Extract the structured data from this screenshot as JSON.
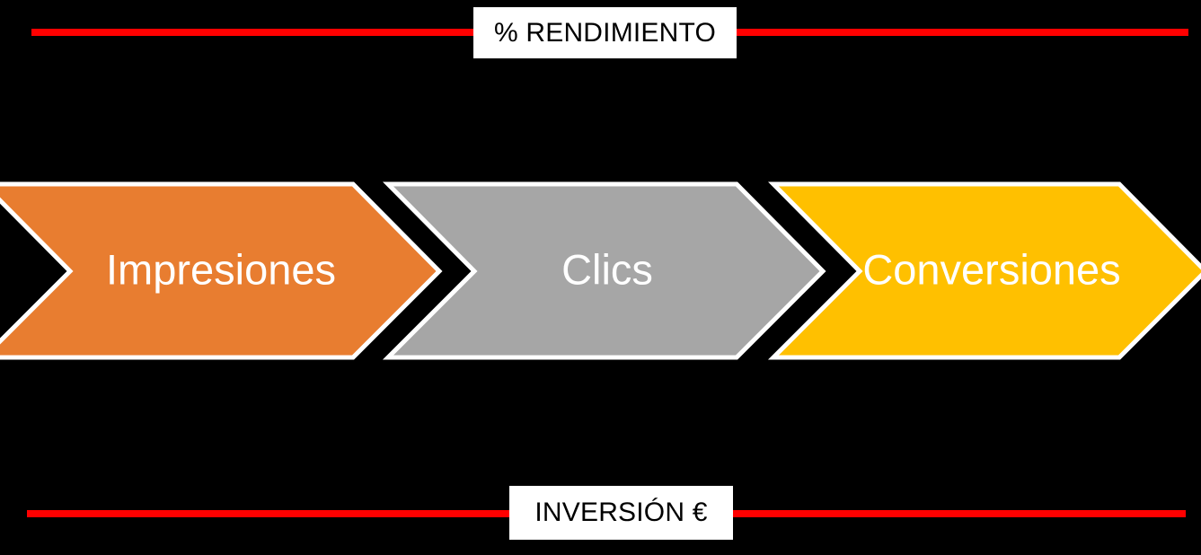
{
  "diagram": {
    "title_top": "% RENDIMIENTO",
    "title_bottom": "INVERSIÓN €",
    "background_color": "#000000",
    "rule_color": "#FF0000",
    "outline_color": "#FFFFFF",
    "stages": [
      {
        "label": "Impresiones",
        "color": "#E87D30",
        "text_color": "#FFFFFF",
        "order": 1
      },
      {
        "label": "Clics",
        "color": "#A6A6A6",
        "text_color": "#FFFFFF",
        "order": 2
      },
      {
        "label": "Conversiones",
        "color": "#FFC000",
        "text_color": "#FFFFFF",
        "order": 3
      }
    ]
  }
}
